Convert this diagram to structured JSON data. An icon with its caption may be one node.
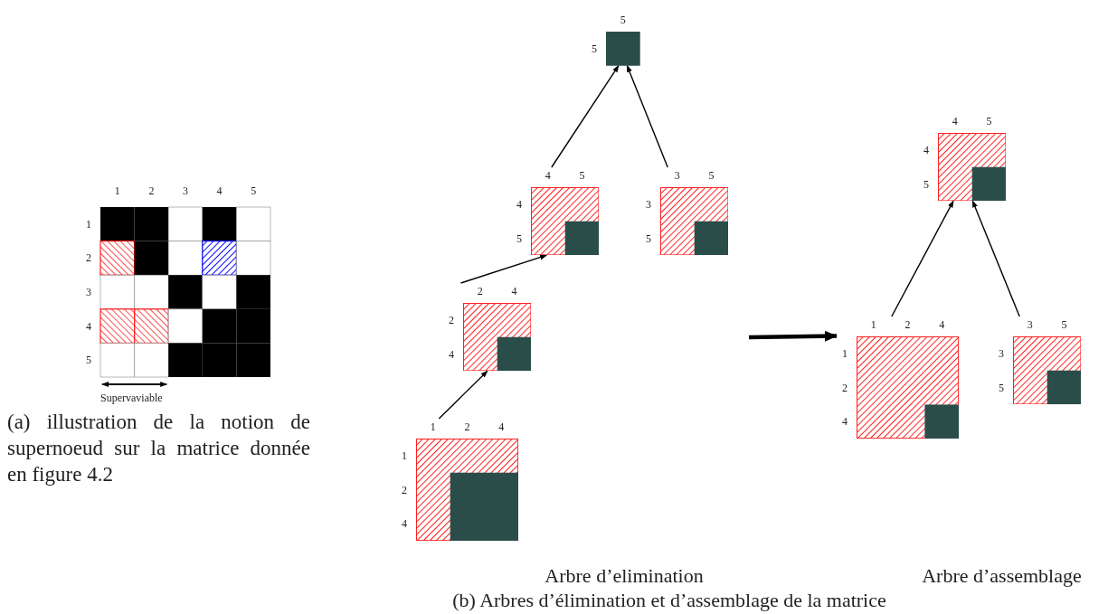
{
  "diagram": {
    "nodes": [
      {
        "text": [],
        "shape": "box",
        "beside": [
          "5",
          "5"
        ]
      },
      {
        "text": [],
        "shape": "box",
        "beside": [
          "4",
          "5",
          "4",
          "5"
        ]
      },
      {
        "text": [],
        "shape": "box",
        "beside": [
          "4",
          "5",
          "4",
          "5"
        ]
      },
      {
        "text": [],
        "shape": "box",
        "beside": [
          "3",
          "5",
          "3",
          "5"
        ]
      },
      {
        "text": [],
        "shape": "box",
        "beside": [
          "2",
          "4",
          "2",
          "4"
        ]
      },
      {
        "text": [],
        "shape": "box",
        "beside": [
          "1",
          "2",
          "4",
          "1",
          "2",
          "4"
        ]
      },
      {
        "text": [],
        "shape": "box",
        "beside": [
          "3",
          "5",
          "3",
          "5"
        ]
      },
      {
        "text": [],
        "shape": "box",
        "beside": [
          "1",
          "2",
          "4",
          "1",
          "2",
          "4"
        ]
      }
    ],
    "edges": [
      {
        "from": 7,
        "to": 4,
        "arrow": "to"
      },
      {
        "from": 4,
        "to": 2,
        "arrow": "to"
      },
      {
        "from": 2,
        "to": 0,
        "arrow": "to"
      },
      {
        "from": 3,
        "to": 0,
        "arrow": "to"
      },
      {
        "from": 5,
        "to": 1,
        "arrow": "to"
      },
      {
        "from": 6,
        "to": 1,
        "arrow": "to"
      },
      {
        "from": null,
        "to": 5,
        "arrow": "to",
        "style": "thick"
      }
    ],
    "labels": [
      "1",
      "2",
      "3",
      "4",
      "5",
      "1",
      "2",
      "3",
      "4",
      "5",
      "Supervaviable",
      "(a) illustration de la notion de supernoeud sur la matrice donnée en figure 4.2",
      "Arbre d’elimination",
      "Arbre d’assemblage",
      "(b) Arbres d’élimination et d’assemblage de la matrice"
    ]
  }
}
